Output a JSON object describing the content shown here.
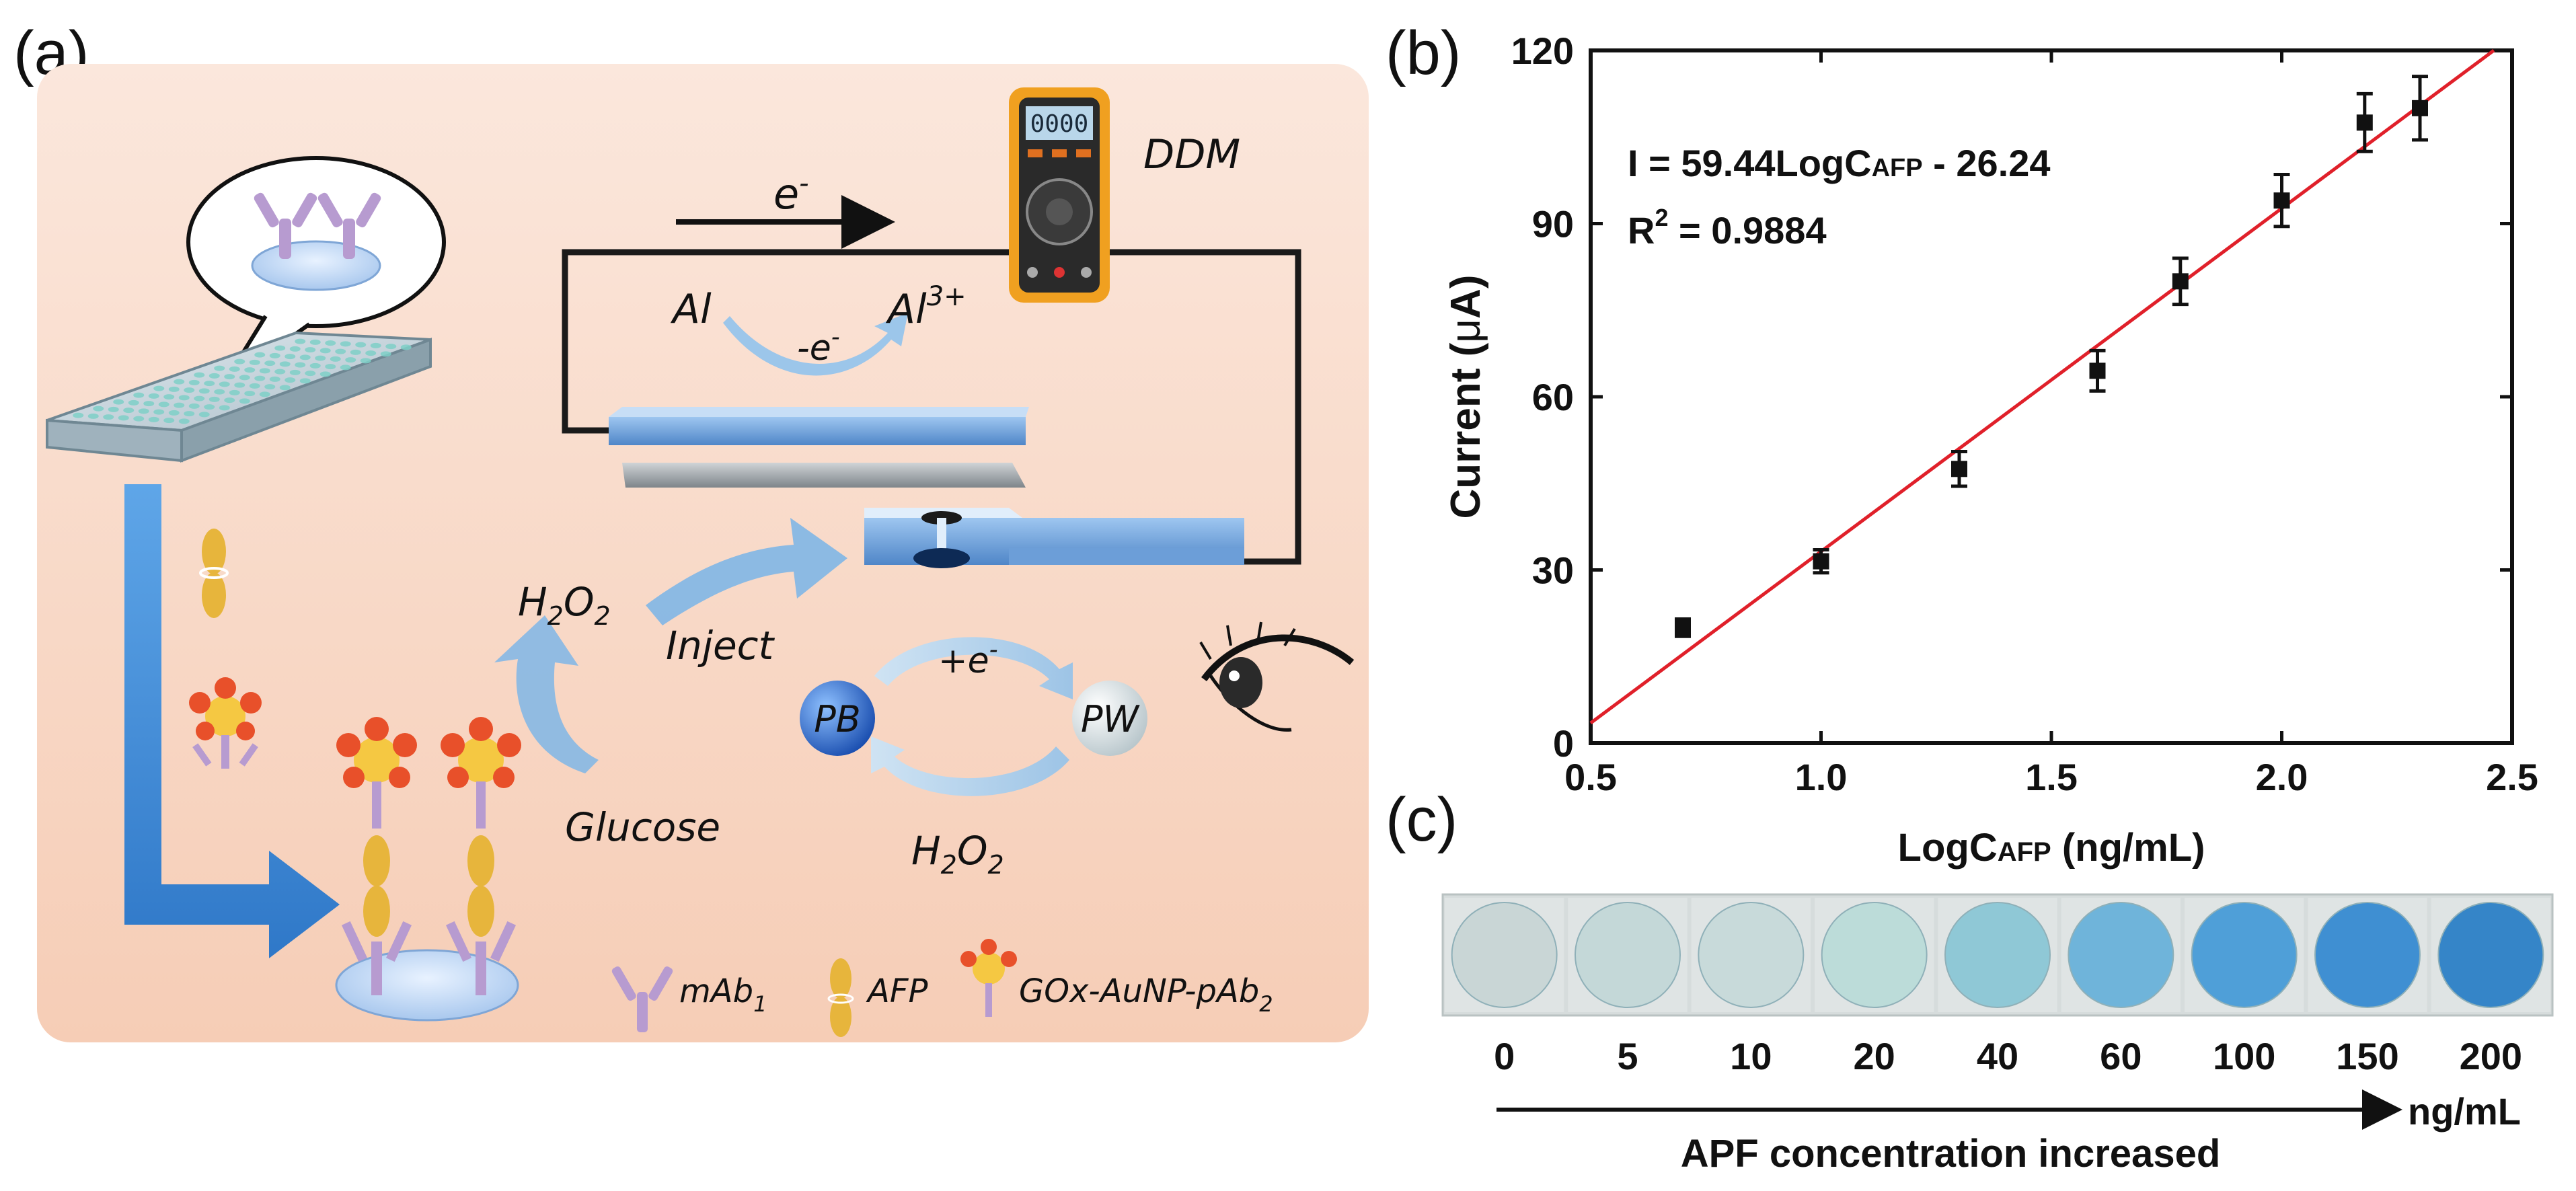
{
  "panel_a": {
    "label": "(a)",
    "meter": "DDM",
    "meter_display": "0000",
    "electron": "e",
    "electron_sup": "-",
    "al": "Al",
    "minus_e": "-e",
    "minus_e_sup": "-",
    "al3": "Al",
    "al3_sup": "3+",
    "h2o2_left": "H",
    "inject": "Inject",
    "glucose": "Glucose",
    "pb": "PB",
    "pw": "PW",
    "plus_e": "+e",
    "plus_e_sup": "-",
    "h2o2_bottom": "H",
    "legend": {
      "mab": "mAb",
      "mab_sub": "1",
      "afp": "AFP",
      "gox": "GOx-AuNP-pAb",
      "gox_sub": "2"
    },
    "colors": {
      "background": "#f8d8c6",
      "arrow_blue": "#3f8fd8",
      "antibody": "#b79bd0",
      "afp": "#e7b53c",
      "gox": "#e8502a"
    }
  },
  "panel_b": {
    "label": "(b)",
    "equation": "I = 59.44LogC",
    "equation_sub": "AFP",
    "equation_tail": " - 26.24",
    "r2": "R",
    "r2_sup": "2",
    "r2_tail": " = 0.9884",
    "ylabel_pre": "Current (",
    "ylabel_mu": "μ",
    "ylabel_post": "A)",
    "xlabel_pre": "LogC",
    "xlabel_sub": "AFP",
    "xlabel_post": " (ng/mL)"
  },
  "chart_data": {
    "type": "scatter",
    "x": [
      0.7,
      1.0,
      1.3,
      1.6,
      1.78,
      2.0,
      2.18,
      2.3
    ],
    "y": [
      20,
      31.5,
      47.5,
      64.5,
      80,
      94,
      107.5,
      110
    ],
    "error": [
      1.5,
      2,
      3,
      3.5,
      4,
      4.5,
      5,
      5.5
    ],
    "fit": {
      "slope": 59.44,
      "intercept": -26.24
    },
    "xlim": [
      0.5,
      2.5
    ],
    "ylim": [
      0,
      120
    ],
    "xticks": [
      "0.5",
      "1.0",
      "1.5",
      "2.0",
      "2.5"
    ],
    "yticks": [
      "0",
      "30",
      "60",
      "90",
      "120"
    ],
    "colors": {
      "points": "#111111",
      "fit": "#e0202a"
    }
  },
  "panel_c": {
    "label": "(c)",
    "concentrations": [
      "0",
      "5",
      "10",
      "20",
      "40",
      "60",
      "100",
      "150",
      "200"
    ],
    "spot_colors": [
      "#c9d6d6",
      "#c4d8d8",
      "#c8dada",
      "#bcdcd9",
      "#8fc8d6",
      "#6fb4da",
      "#4f9fd8",
      "#3f8fd2",
      "#3585c8"
    ],
    "unit": "ng/mL",
    "caption": "APF concentration increased"
  }
}
